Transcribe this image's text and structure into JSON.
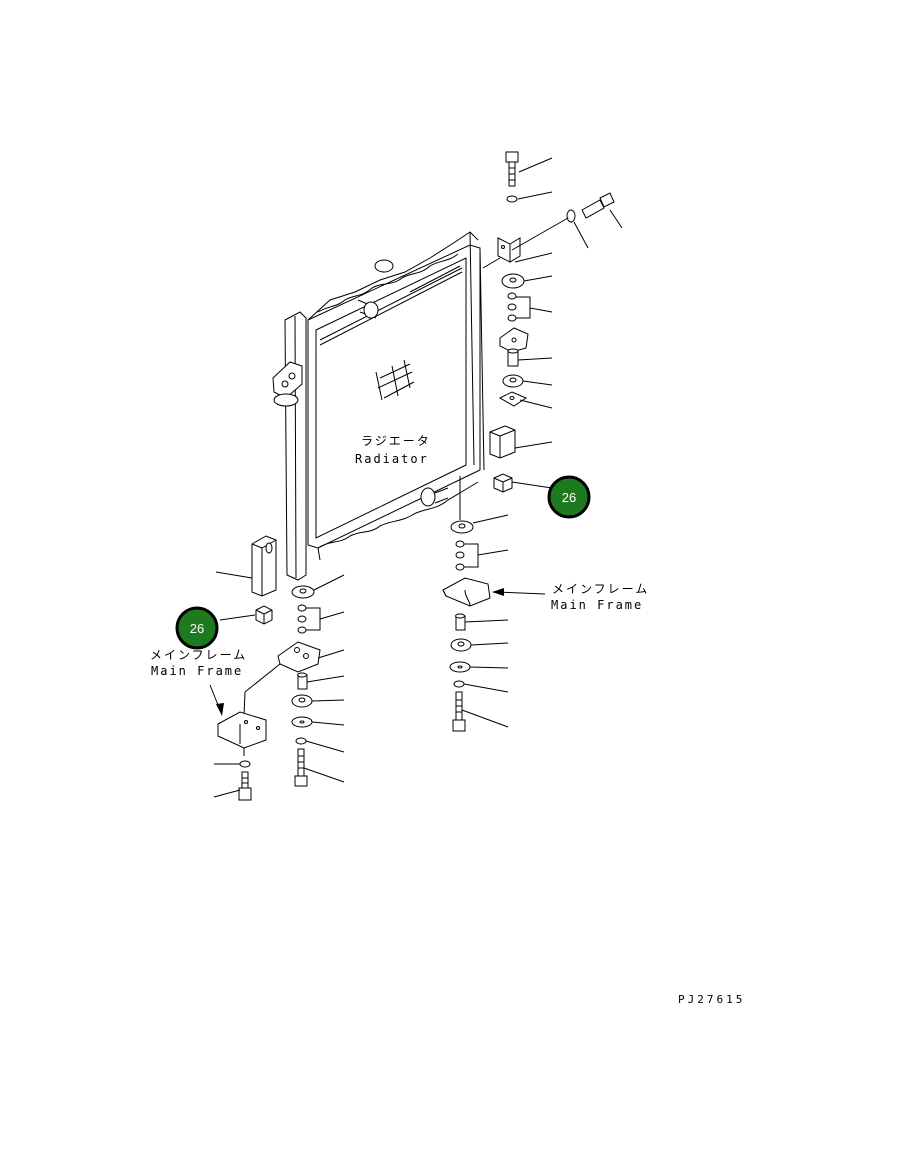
{
  "labels": {
    "radiator_jp": "ラジエータ",
    "radiator_en": "Radiator",
    "mainframe_right_jp": "メインフレーム",
    "mainframe_right_en": "Main Frame",
    "mainframe_left_jp": "メインフレーム",
    "mainframe_left_en": "Main Frame",
    "drawing_code": "PJ27615"
  },
  "callouts": [
    {
      "id": "callout-26-right",
      "number": "26"
    },
    {
      "id": "callout-26-left",
      "number": "26"
    }
  ],
  "colors": {
    "callout_fill": "#1e7a1e",
    "callout_ring": "#000000",
    "line": "#000000",
    "background": "#ffffff"
  }
}
